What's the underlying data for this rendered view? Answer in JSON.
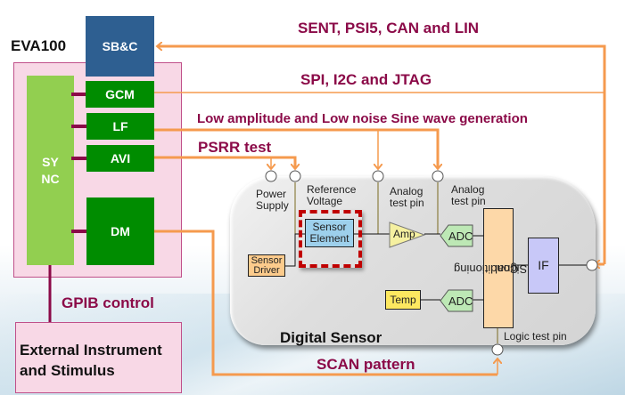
{
  "colors": {
    "wire_orange": "#f59a4e",
    "label_maroon": "#8b0a48",
    "sbc_blue": "#2e5f91",
    "module_green": "#008c00",
    "sync_green": "#92cf50",
    "eva_pink": "#f8d8e6",
    "sensor_dashed_red": "#c00000"
  },
  "eva": {
    "title": "EVA100",
    "sbc": "SB&C",
    "sync_line1": "SY",
    "sync_line2": "NC",
    "modules": [
      "GCM",
      "LF",
      "AVI",
      "DM"
    ]
  },
  "external": {
    "line1": "External Instrument",
    "line2": "and Stimulus",
    "link_label": "GPIB control"
  },
  "signals": {
    "bus1": "SENT, PSI5, CAN and LIN",
    "bus2": "SPI, I2C and JTAG",
    "sine": "Low amplitude and Low noise Sine wave generation",
    "psrr": "PSRR test",
    "scan": "SCAN pattern"
  },
  "sensor": {
    "title": "Digital Sensor",
    "pins": {
      "power_l1": "Power",
      "power_l2": "Supply",
      "ref_l1": "Reference",
      "ref_l2": "Voltage",
      "analog1_l1": "Analog",
      "analog1_l2": "test pin",
      "analog2_l1": "Analog",
      "analog2_l2": "test pin",
      "logic": "Logic test pin"
    },
    "blocks": {
      "sensor_element_l1": "Sensor",
      "sensor_element_l2": "Element",
      "sensor_driver_l1": "Sensor",
      "sensor_driver_l2": "Driver",
      "amp": "Amp",
      "adc1": "ADC",
      "adc2": "ADC",
      "temp": "Temp",
      "signal_conditioning_l1": "Signal",
      "signal_conditioning_l2": "Conditioning",
      "interface": "IF"
    }
  }
}
